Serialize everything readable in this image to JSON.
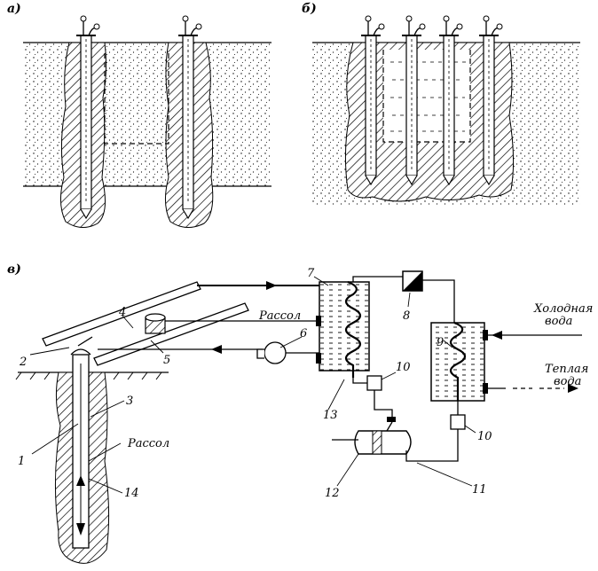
{
  "panels": {
    "a": "а)",
    "b": "б)",
    "c": "в)"
  },
  "labels": {
    "brine_top": "Рассол",
    "brine_well": "Рассол",
    "cold_water_1": "Холодная",
    "cold_water_2": "вода",
    "warm_water_1": "Теплая",
    "warm_water_2": "вода"
  },
  "numbers": [
    "1",
    "2",
    "3",
    "4",
    "5",
    "6",
    "7",
    "8",
    "9",
    "10",
    "10",
    "11",
    "12",
    "13",
    "14"
  ]
}
